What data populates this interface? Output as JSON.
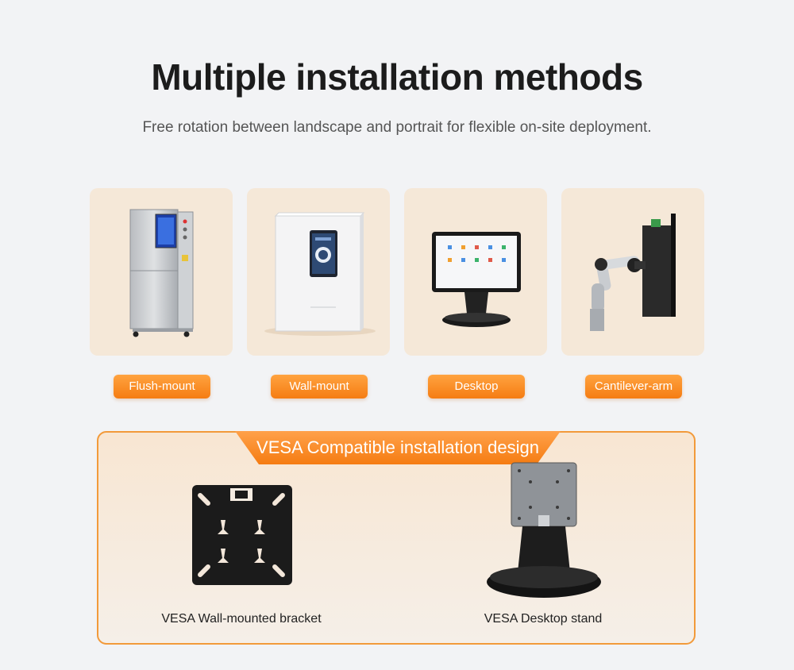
{
  "header": {
    "title": "Multiple installation methods",
    "subtitle": "Free rotation between landscape and portrait for flexible on-site deployment."
  },
  "methods": [
    {
      "label": "Flush-mount",
      "icon": "cabinet-panel-icon"
    },
    {
      "label": "Wall-mount",
      "icon": "wall-box-icon"
    },
    {
      "label": "Desktop",
      "icon": "desktop-monitor-icon"
    },
    {
      "label": "Cantilever-arm",
      "icon": "arm-mount-icon"
    }
  ],
  "vesa": {
    "title": "VESA Compatible installation design",
    "items": [
      {
        "caption": "VESA Wall-mounted bracket",
        "icon": "vesa-bracket-icon"
      },
      {
        "caption": "VESA Desktop stand",
        "icon": "vesa-stand-icon"
      }
    ]
  },
  "colors": {
    "accent": "#f57c12",
    "card_bg": "#f5e8d8",
    "page_bg": "#f2f3f5"
  }
}
